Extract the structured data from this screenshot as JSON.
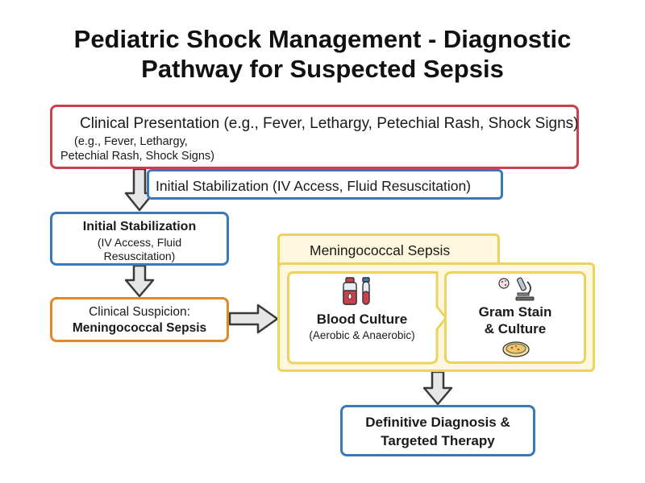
{
  "title": {
    "line1": "Pediatric Shock Management - Diagnostic",
    "line2": "Pathway for Suspected Sepsis"
  },
  "clinical_presentation": {
    "main": "Clinical Presentation (e.g., Fever, Lethargy, Petechial Rash, Shock Signs)",
    "sub_line1": "(e.g., Fever, Lethargy,",
    "sub_line2": "Petechial Rash, Shock Signs)"
  },
  "initial_stabilization_banner": "Initial Stabilization (IV Access, Fluid Resuscitation)",
  "initial_stabilization": {
    "title": "Initial Stabilization",
    "line1": "(IV Access, Fluid",
    "line2": "Resuscitation)"
  },
  "clinical_suspicion": {
    "line1": "Clinical Suspicion:",
    "line2": "Meningococcal Sepsis"
  },
  "meningococcal_group": {
    "label": "Meningococcal Sepsis"
  },
  "blood_culture": {
    "title": "Blood Culture",
    "subtitle": "(Aerobic & Anaerobic)",
    "icon": "blood-culture-bottle-icon"
  },
  "gram_stain": {
    "line1": "Gram Stain",
    "line2": "& Culture",
    "icon_top": "microscope-icon",
    "icon_bottom": "petri-dish-icon"
  },
  "definitive": {
    "line1": "Definitive Diagnosis &",
    "line2": "Targeted Therapy"
  },
  "colors": {
    "red_border": "#c9414b",
    "blue_border": "#3b78b5",
    "orange_border": "#e0892b",
    "yellow_border": "#ecd25e",
    "yellow_fill": "#fdf8dd",
    "arrow_fill": "#e6e6e6",
    "arrow_stroke": "#3a3a3a"
  }
}
